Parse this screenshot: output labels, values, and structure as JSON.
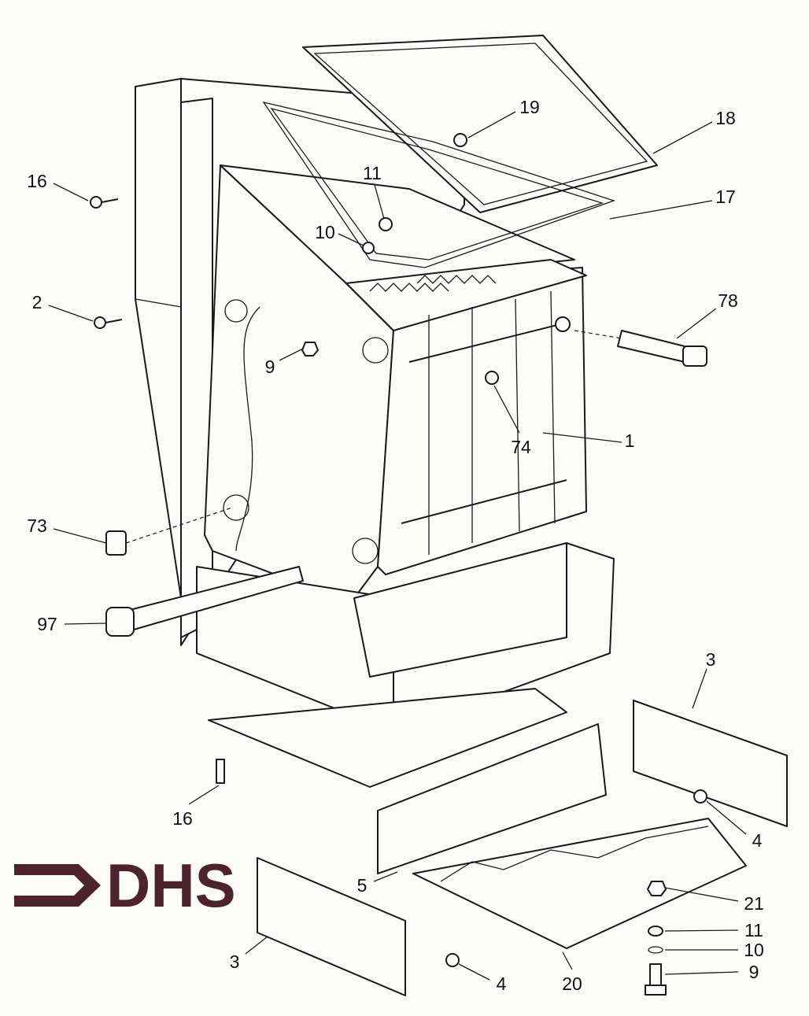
{
  "diagram": {
    "logo_text": "DHS",
    "logo_color": "#4d2330",
    "callouts": [
      "16",
      "2",
      "9",
      "10",
      "11",
      "19",
      "18",
      "17",
      "78",
      "74",
      "1",
      "73",
      "97",
      "3",
      "4",
      "5",
      "21",
      "11",
      "10",
      "9",
      "20",
      "16",
      "3",
      "4"
    ]
  }
}
